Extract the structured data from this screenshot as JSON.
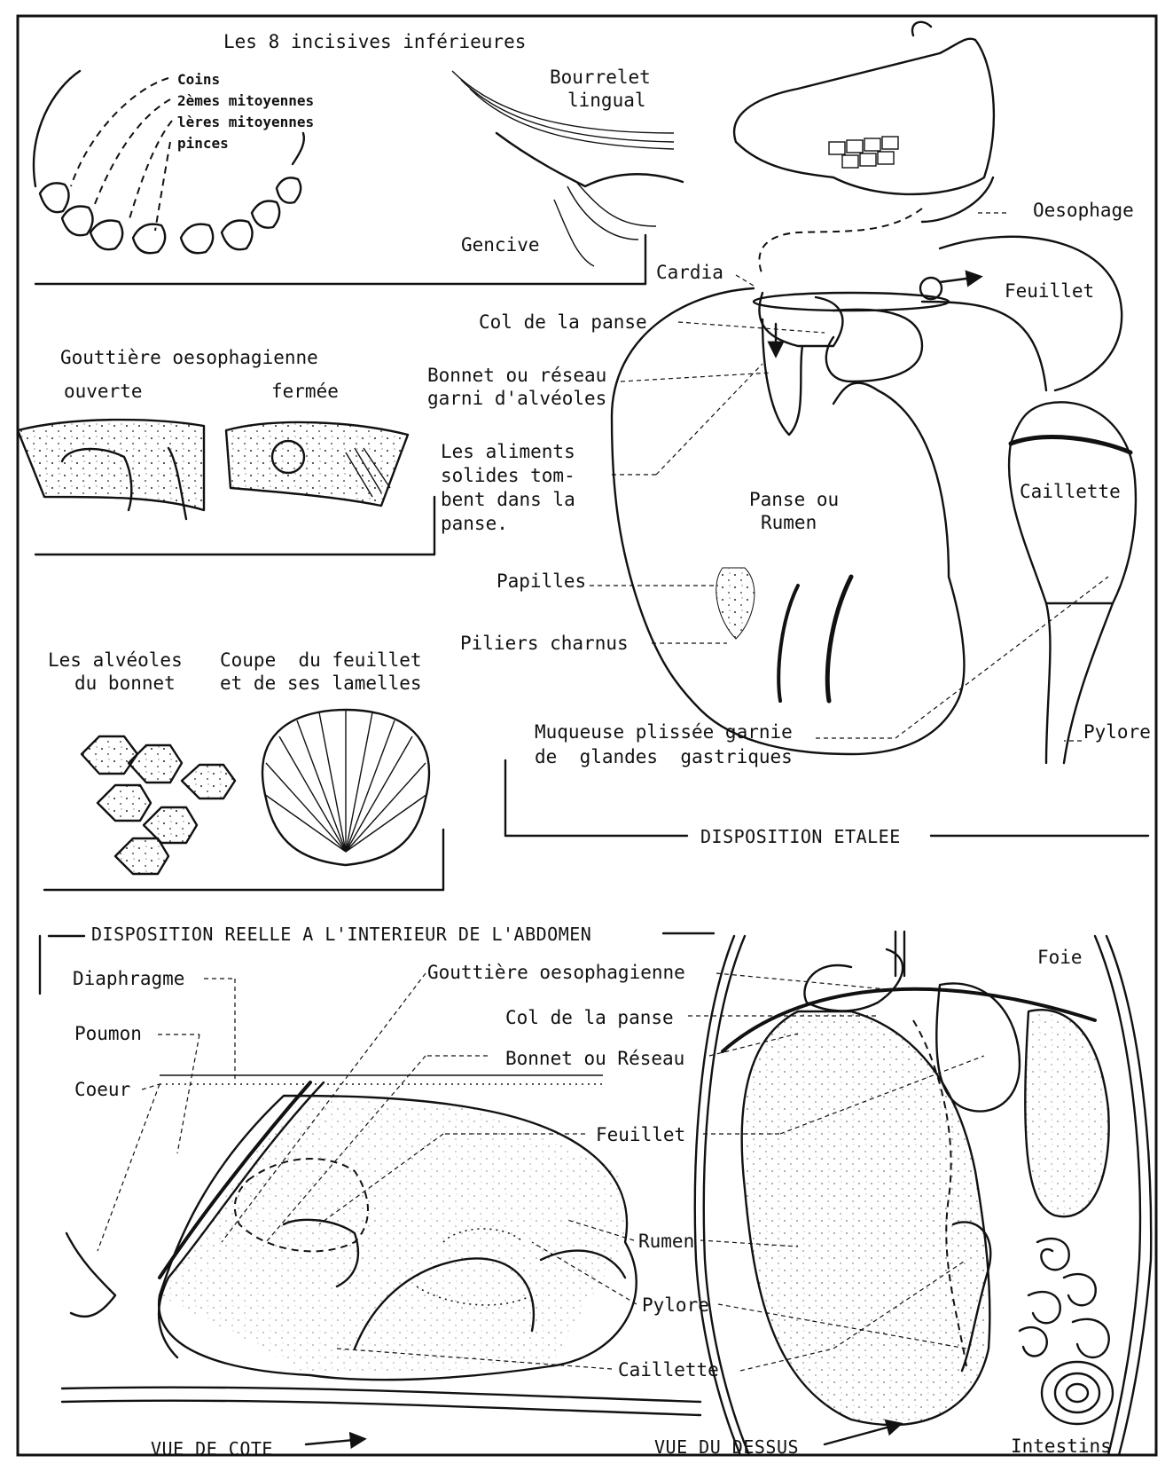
{
  "panels": {
    "teeth": {
      "title": "Les 8 incisives inférieures",
      "tooth_labels": [
        "Coins",
        "2èmes mitoyennes",
        "lères mitoyennes",
        "pinces"
      ]
    },
    "tongue": {
      "bourrelet": "Bourrelet",
      "lingual": "lingual",
      "gencive": "Gencive"
    },
    "groove": {
      "title": "Gouttière oesophagienne",
      "open": "ouverte",
      "closed": "fermée"
    },
    "cells": {
      "alveoles_line1": "Les alvéoles",
      "alveoles_line2": "du bonnet",
      "coupe_line1": "Coupe  du feuillet",
      "coupe_line2": "et de ses lamelles"
    },
    "spread": {
      "oesophage": "Oesophage",
      "cardia": "Cardia",
      "feuillet": "Feuillet",
      "col": "Col de la panse",
      "bonnet_line1": "Bonnet ou réseau",
      "bonnet_line2": "garni d'alvéoles",
      "aliments": [
        "Les aliments",
        "solides tom-",
        "bent dans la",
        "panse."
      ],
      "panse_line1": "Panse ou",
      "panse_line2": "Rumen",
      "caillette": "Caillette",
      "papilles": "Papilles",
      "piliers": "Piliers charnus",
      "muqueuse_line1": "Muqueuse plissée garnie",
      "muqueuse_line2": "de  glandes  gastriques",
      "pylore": "Pylore",
      "caption": "DISPOSITION ETALEE"
    },
    "real": {
      "caption": "DISPOSITION REELLE A L'INTERIEUR DE L'ABDOMEN",
      "diaphragme": "Diaphragme",
      "poumon": "Poumon",
      "coeur": "Coeur",
      "gouttiere": "Gouttière oesophagienne",
      "col": "Col de la panse",
      "bonnet": "Bonnet ou Réseau",
      "feuillet": "Feuillet",
      "rumen": "Rumen",
      "pylore": "Pylore",
      "caillette": "Caillette",
      "foie": "Foie",
      "intestins": "Intestins",
      "side_view": "VUE DE COTE",
      "top_view": "VUE DU DESSUS"
    }
  }
}
